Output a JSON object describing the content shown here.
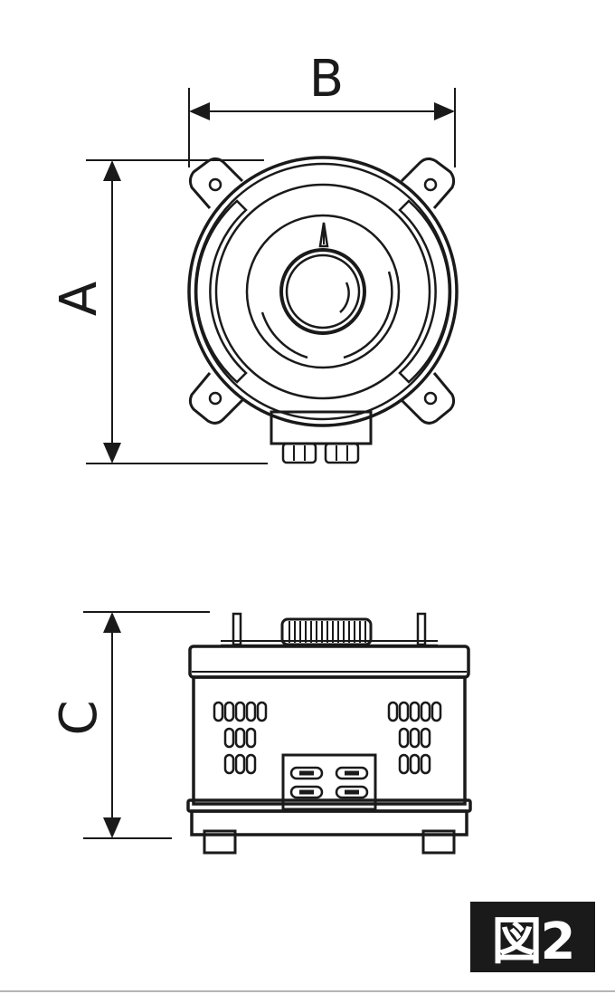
{
  "dimensions": {
    "a": "A",
    "b": "B",
    "c": "C"
  },
  "figure_label": "図2"
}
